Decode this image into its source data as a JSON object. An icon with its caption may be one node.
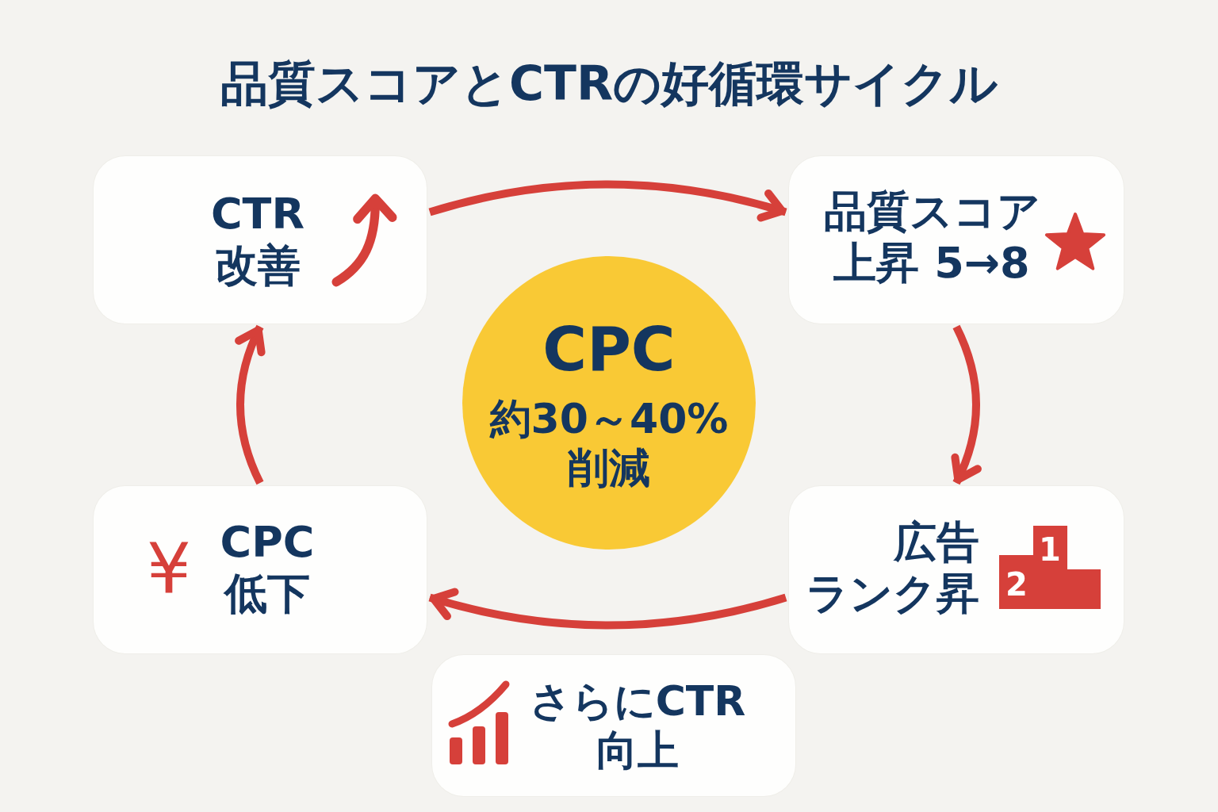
{
  "diagram": {
    "title": "品質スコアとCTRの好循環サイクル",
    "nodes": [
      {
        "text": [
          "CTR改善"
        ]
      },
      {
        "text": [
          "品質スコア上昇 5→8"
        ]
      },
      {
        "text": [
          "CPC",
          "約30～40%削減"
        ]
      },
      {
        "text": [
          "¥",
          "CPC低下"
        ]
      },
      {
        "text": [
          "広告ランク昇",
          "1",
          "2"
        ]
      },
      {
        "text": [
          "さらにCTR向上"
        ]
      }
    ],
    "edges": [
      {
        "from": 0,
        "to": 1,
        "arrow": "to"
      },
      {
        "from": 1,
        "to": 4,
        "arrow": "to"
      },
      {
        "from": 4,
        "to": 3,
        "arrow": "to"
      },
      {
        "from": 3,
        "to": 0,
        "arrow": "to"
      }
    ]
  }
}
